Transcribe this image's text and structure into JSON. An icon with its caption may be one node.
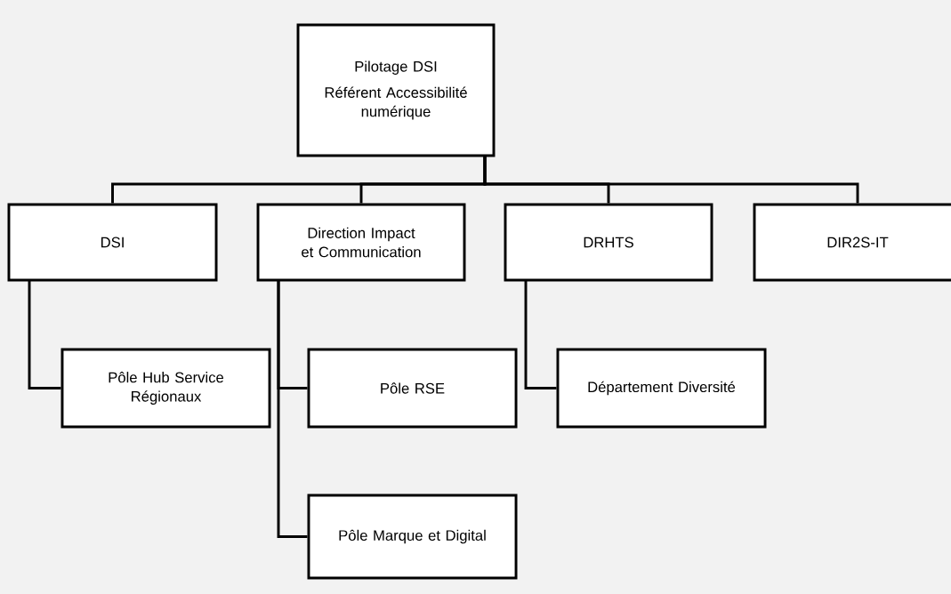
{
  "diagram": {
    "nodes": [
      {
        "text": [
          "Pilotage DSI",
          "Référent Accessibilité numérique"
        ]
      },
      {
        "text": [
          "DSI"
        ]
      },
      {
        "text": [
          "Direction Impact et Communication"
        ]
      },
      {
        "text": [
          "DRHTS"
        ]
      },
      {
        "text": [
          "DIR2S-IT"
        ]
      },
      {
        "text": [
          "Pôle Hub Service Régionaux"
        ]
      },
      {
        "text": [
          "Pôle RSE"
        ]
      },
      {
        "text": [
          "Département Diversité"
        ]
      },
      {
        "text": [
          "Pôle Marque et Digital"
        ]
      }
    ],
    "edges": [
      {
        "from": 0,
        "to": 1,
        "arrow": "none"
      },
      {
        "from": 0,
        "to": 2,
        "arrow": "none"
      },
      {
        "from": 0,
        "to": 3,
        "arrow": "none"
      },
      {
        "from": 0,
        "to": 4,
        "arrow": "none"
      },
      {
        "from": 1,
        "to": 5,
        "arrow": "none"
      },
      {
        "from": 2,
        "to": 6,
        "arrow": "none"
      },
      {
        "from": 3,
        "to": 7,
        "arrow": "none"
      },
      {
        "from": 2,
        "to": 8,
        "arrow": "none"
      }
    ]
  }
}
